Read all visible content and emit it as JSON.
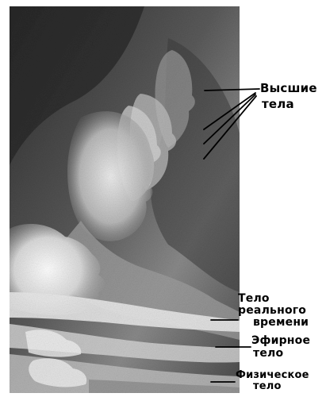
{
  "labels": {
    "higher_bodies": {
      "line1": "Высшие",
      "line2": "тела"
    },
    "realtime_body": {
      "line1": "Тело",
      "line2": "реального",
      "line3": "времени"
    },
    "etheric_body": {
      "line1": "Эфирное",
      "line2": "тело"
    },
    "physical_body": {
      "line1": "Физическое",
      "line2": "тело"
    }
  },
  "colors": {
    "text": "#000000",
    "leader_lines": "#000000",
    "background": "#ffffff",
    "illustration_dark": "#3a3a3a",
    "illustration_light": "#e6e6e6"
  }
}
